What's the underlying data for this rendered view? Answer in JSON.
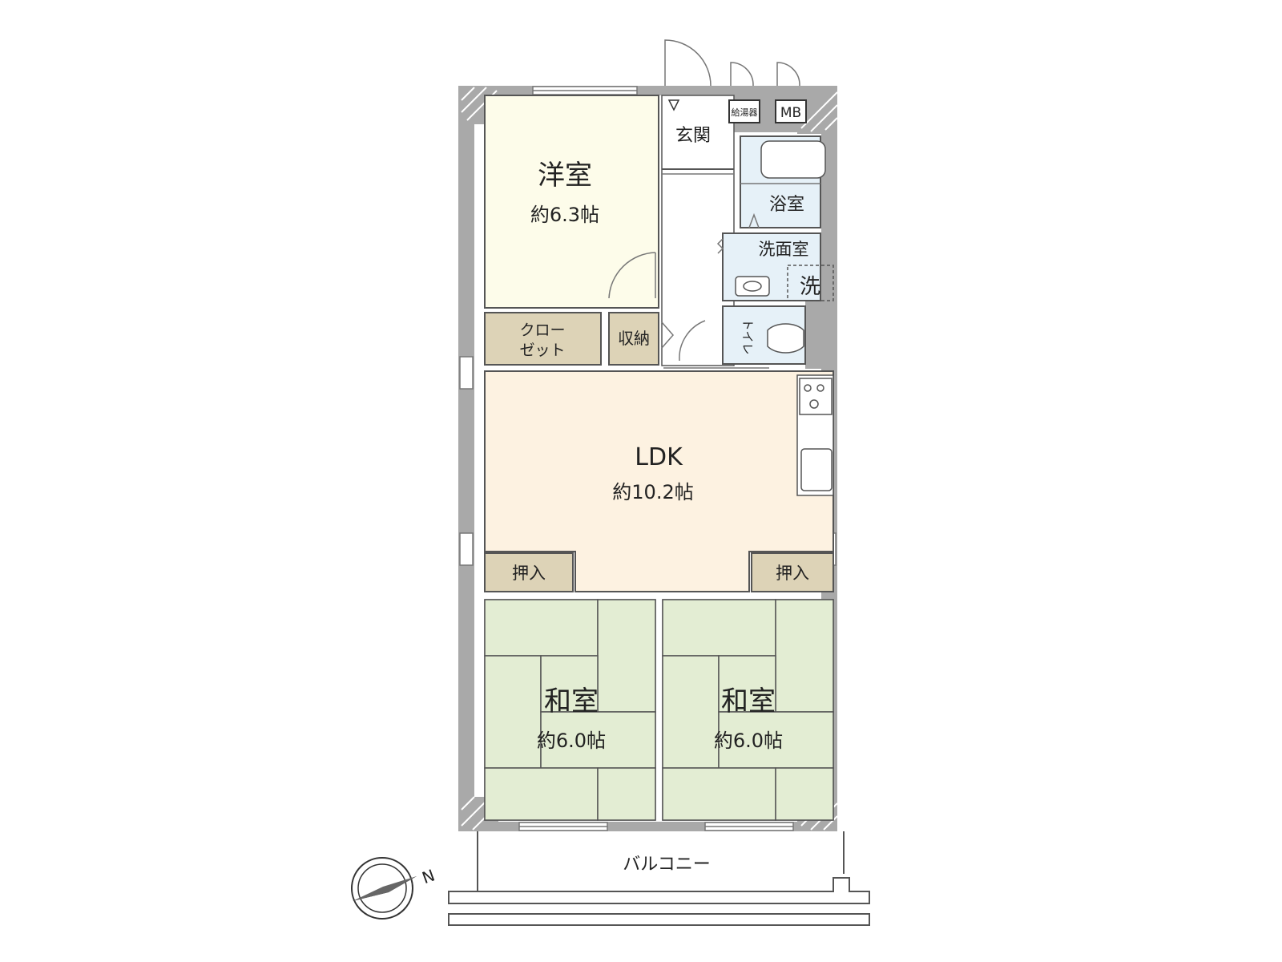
{
  "colors": {
    "western_room": "#fdfcea",
    "ldk": "#fdf2e1",
    "tatami": "#e3edd3",
    "storage": "#ddd3b7",
    "wet_area": "#e6f1f8",
    "wall": "#a9a9a9"
  },
  "rooms": {
    "western": {
      "name": "洋室",
      "size": "約6.3帖"
    },
    "ldk": {
      "name": "LDK",
      "size": "約10.2帖"
    },
    "japanese_left": {
      "name": "和室",
      "size": "約6.0帖"
    },
    "japanese_right": {
      "name": "和室",
      "size": "約6.0帖"
    },
    "entrance": {
      "name": "玄関"
    },
    "bath": {
      "name": "浴室"
    },
    "washroom": {
      "name": "洗面室"
    },
    "washer": {
      "name": "洗"
    },
    "toilet": {
      "name": "トイレ"
    },
    "closet": {
      "line1": "クロー",
      "line2": "ゼット"
    },
    "storage": {
      "name": "収納"
    },
    "oshiire_left": {
      "name": "押入"
    },
    "oshiire_right": {
      "name": "押入"
    },
    "water_heater": {
      "name": "給湯器"
    },
    "meter_box": {
      "name": "MB"
    },
    "balcony": {
      "name": "バルコニー"
    }
  },
  "compass": {
    "label": "N"
  }
}
